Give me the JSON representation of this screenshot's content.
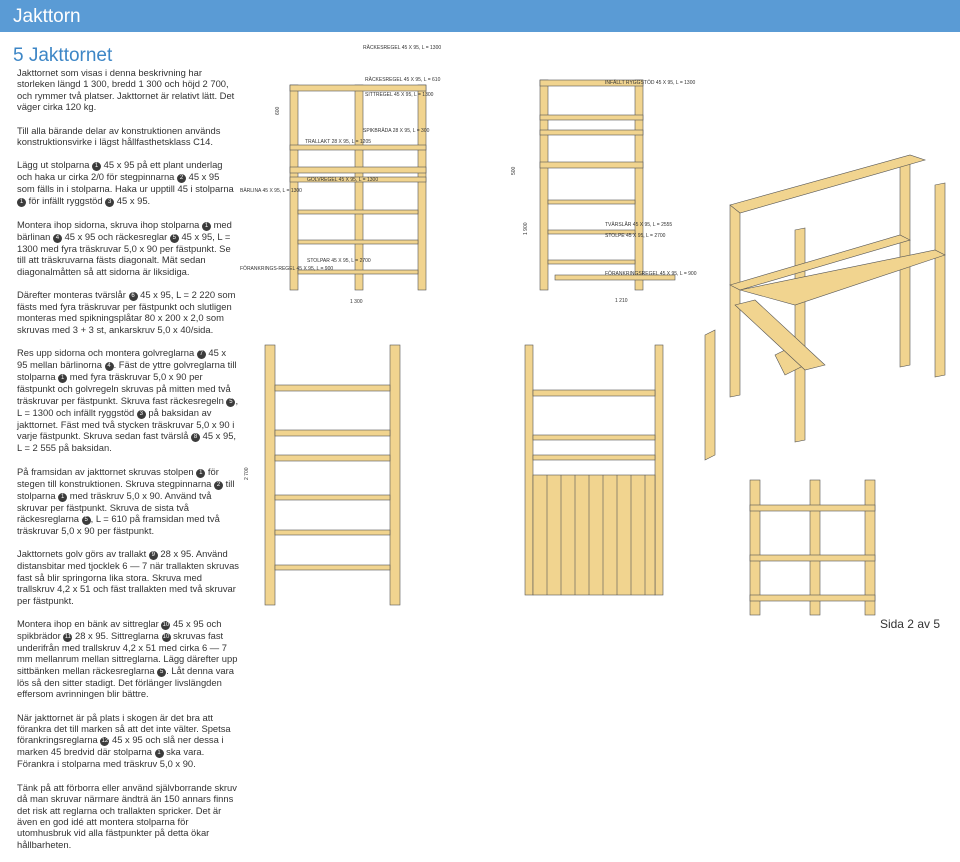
{
  "header": {
    "title": "Jakttorn"
  },
  "section": {
    "title": "5 Jakttornet"
  },
  "paragraphs": [
    [
      "Jakttornet som visas i denna beskrivning har storleken längd 1 300, bredd 1 300 och höjd 2 700, och rymmer två platser. Jakttornet är relativt lätt. Det väger cirka 120 kg."
    ],
    [
      "Till alla bärande delar av konstruktionen används konstruktionsvirke i lägst hållfasthetsklass C14."
    ],
    [
      "Lägg ut stolparna ",
      "1",
      " 45 x 95 på ett plant underlag och haka ur cirka 2/0 för stegpinnarna ",
      "2",
      " 45 x 95 som fälls in i stolparna. Haka ur upptill 45 i stolparna ",
      "1",
      " för infällt ryggstöd ",
      "3",
      " 45 x 95."
    ],
    [
      "Montera ihop sidorna, skruva ihop stolparna ",
      "1",
      " med bärlinan ",
      "4",
      " 45 x 95 och räckesreglar ",
      "5",
      " 45 x 95, L = 1300 med fyra träskruvar 5,0 x 90 per fästpunkt. Se till att träskruvarna fästs diagonalt. Mät sedan diagonalmåtten så att sidorna är liksidiga."
    ],
    [
      "Därefter monteras tvärslår ",
      "6",
      " 45 x 95, L = 2 220 som fästs med fyra träskruvar per fästpunkt och slutligen monteras med spikningsplåtar 80 x 200 x 2,0 som skruvas med 3 + 3 st, ankarskruv 5,0 x 40/sida."
    ],
    [
      "Res upp sidorna och montera golvreglarna ",
      "7",
      " 45 x 95 mellan bärlinorna ",
      "4",
      ". Fäst de yttre golvreglarna till stolparna ",
      "1",
      " med fyra träskruvar 5,0 x 90 per fästpunkt och golvregeln skruvas på mitten med två träskruvar per fästpunkt. Skruva fast räckesregeln ",
      "5",
      ", L = 1300 och infällt ryggstöd ",
      "3",
      " på baksidan av jakttornet. Fäst med två stycken träskruvar 5,0 x 90 i varje fästpunkt. Skruva sedan fast tvärslå ",
      "8",
      " 45 x 95, L = 2 555 på baksidan."
    ],
    [
      "På framsidan av jakttornet skruvas stolpen ",
      "1",
      " för stegen till konstruktionen. Skruva stegpinnarna ",
      "2",
      " till stolparna ",
      "1",
      " med träskruv 5,0 x 90. Använd två skruvar per fästpunkt. Skruva de sista två räckesreglarna ",
      "5",
      ", L = 610 på framsidan med två träskruvar 5,0 x 90 per fästpunkt."
    ],
    [
      "Jakttornets golv görs av trallakt ",
      "9",
      " 28 x 95. Använd distansbitar med tjocklek 6 — 7 när trallakten skruvas fast så blir springorna lika stora. Skruva med trallskruv 4,2 x 51 och fäst trallakten med två skruvar per fästpunkt."
    ],
    [
      "Montera ihop en bänk av sittreglar ",
      "10",
      " 45 x 95 och spikbrädor ",
      "11",
      " 28 x 95. Sittreglarna ",
      "10",
      " skruvas fast underifrån med trallskruv 4,2 x 51 med cirka 6 — 7 mm mellanrum mellan sittreglarna. Lägg därefter upp sittbänken mellan räckesreglarna ",
      "5",
      ". Låt denna vara lös så den sitter stadigt. Det förlänger livslängden effersom avrinningen blir bättre."
    ],
    [
      "När jakttornet är på plats i skogen är det bra att förankra det till marken så att det inte välter. Spetsa förankringsreglarna ",
      "12",
      " 45 x 95 och slå ner dessa i marken 45 bredvid där stolparna ",
      "1",
      " ska vara. Förankra i stolparna med träskruv 5,0 x 90."
    ],
    [
      "Tänk på att förborra eller använd självborrande skruv då man skruvar närmare ändträ än 150 annars finns det risk att reglarna och trallakten spricker. Det är även en god idé att montera stolparna för utomhusbruk vid alla fästpunkter på detta ökar hållbarheten."
    ]
  ],
  "footer": {
    "page": "Sida 2 av 5"
  },
  "labels": {
    "side_top": "RÄCKESREGEL 45 X 95, L = 1300",
    "side_610": "RÄCKESREGEL 45 X 95, L = 610",
    "sittregel": "SITTREGEL 45 X 95, L = 1300",
    "spikbrada": "SPIKBRÄDA 28 X 95, L = 300",
    "trallakt": "TRALLAKT 28 X 95, L = 1205",
    "barlina": "BÄRLINA 45 X 95, L = 1300",
    "golvregel": "GOLVREGEL 45 X 95, L = 1300",
    "stolpar": "STOLPAR 45 X 95, L = 2700",
    "forankring": "FÖRANKRINGS-REGEL 45 X 95, L = 900",
    "front_ryggstod": "INFÄLLT RYGGSTÖD 45 X 95, L = 1300",
    "front_tvarsla": "TVÄRSLÅR 45 X 95, L = 2555",
    "front_stolpe": "STOLPE 45 X 95, L = 2700",
    "front_forankring": "FÖRANKRINGSREGEL 45 X 95, L = 900",
    "dim_1300": "1 300",
    "dim_2700": "2 700",
    "dim_1210": "1 210",
    "dim_1900": "1 900",
    "dim_600": "600",
    "dim_500": "500"
  }
}
